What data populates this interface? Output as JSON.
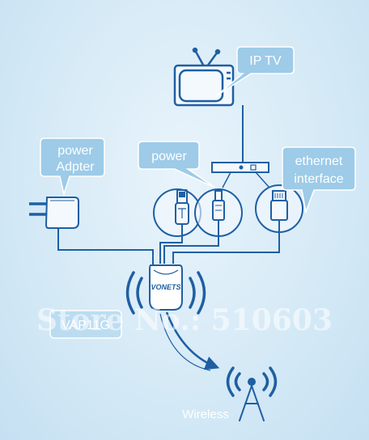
{
  "labels": {
    "iptv": "IP TV",
    "power_adapter_line1": "power",
    "power_adapter_line2": "Adpter",
    "power": "power",
    "ethernet_line1": "ethernet",
    "ethernet_line2": "interface",
    "device_logo": "VONETS",
    "device_name": "VAP11G",
    "wireless": "Wireless"
  },
  "watermark": "Store No.: 510603",
  "colors": {
    "line": "#1f5fa3",
    "callout_fill": "#9dcbe8",
    "background": "#dcecf7"
  }
}
